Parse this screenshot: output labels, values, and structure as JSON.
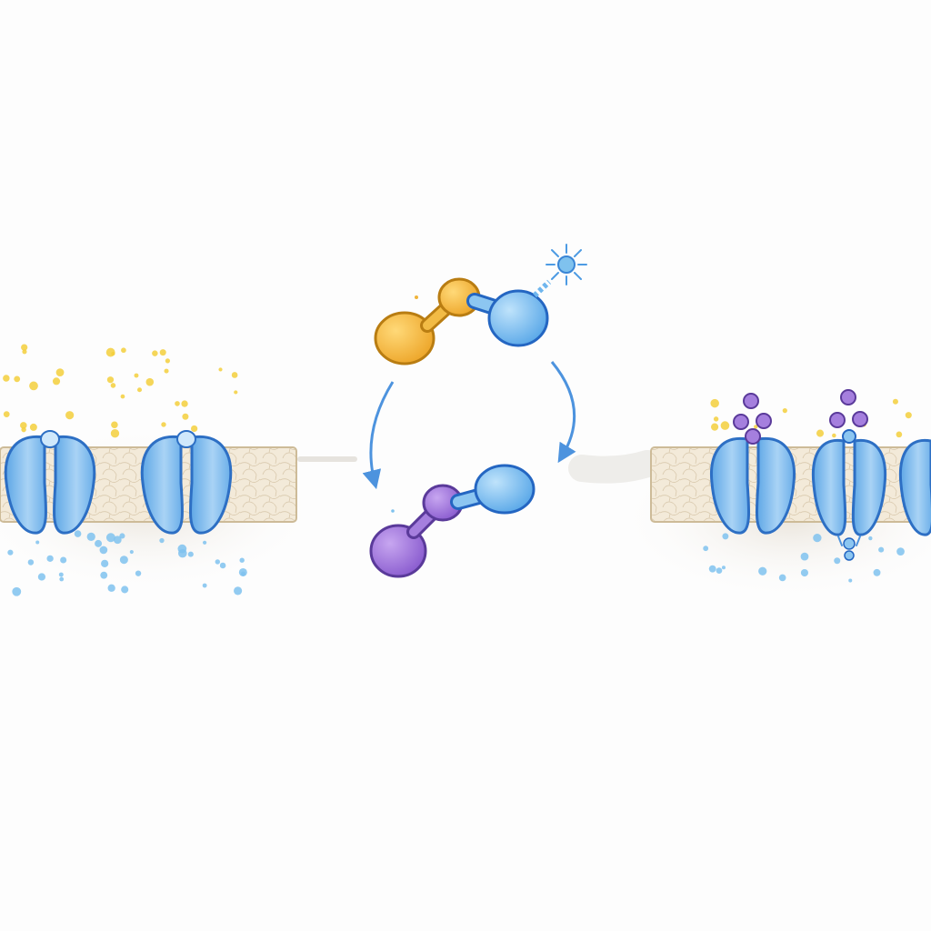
{
  "diagram": {
    "left_panel": {
      "channels": 2,
      "ions": [
        "yellow",
        "blue"
      ]
    },
    "center_panel": {
      "molecule_before": {
        "domains": [
          "orange-domain",
          "blue-domain"
        ],
        "signal": "spark-icon"
      },
      "molecule_after": {
        "domains": [
          "purple-domain",
          "blue-domain"
        ]
      },
      "arrows": [
        "curved-arrow-left",
        "curved-arrow-right"
      ]
    },
    "right_panel": {
      "channels": 3,
      "ligands": [
        "purple",
        "blue"
      ]
    }
  },
  "colors": {
    "membrane": "#f1e8d9",
    "membrane_edge": "#d8c9ae",
    "channel_fill": "#8fc4f0",
    "channel_stroke": "#2d6fc4",
    "orange": "#f0b43a",
    "orange_stroke": "#b97d12",
    "blue": "#6fb6ee",
    "blue_stroke": "#2466c2",
    "purple": "#9b6fd6",
    "purple_stroke": "#5a3a9a",
    "ion_yellow": "#f3cf3c",
    "ion_blue": "#7fc2ee"
  }
}
